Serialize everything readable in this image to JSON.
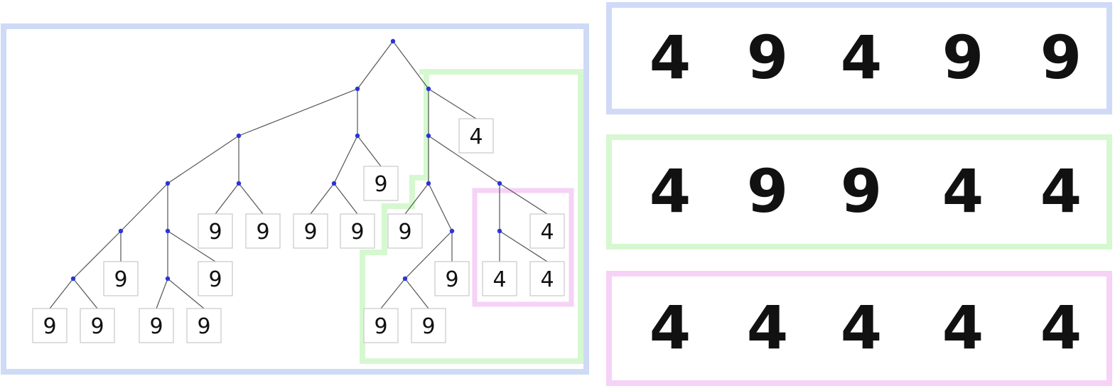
{
  "colors": {
    "blue_frame": "#cfdaf7",
    "green_frame": "#d6f8d0",
    "pink_frame": "#f6d2f7",
    "node": "#2a34d9",
    "edge": "#555555",
    "leaf_border": "#c8c8c8"
  },
  "tree": {
    "leaf_digits": [
      "9",
      "9",
      "9",
      "9",
      "9",
      "9",
      "9",
      "9",
      "9",
      "9",
      "9",
      "9",
      "9",
      "9",
      "4",
      "4",
      "4",
      "4"
    ]
  },
  "panels": [
    {
      "frame": "blue",
      "digits": [
        "4",
        "9",
        "4",
        "9",
        "9"
      ]
    },
    {
      "frame": "green",
      "digits": [
        "4",
        "9",
        "9",
        "4",
        "4"
      ]
    },
    {
      "frame": "pink",
      "digits": [
        "4",
        "4",
        "4",
        "4",
        "4"
      ]
    }
  ]
}
